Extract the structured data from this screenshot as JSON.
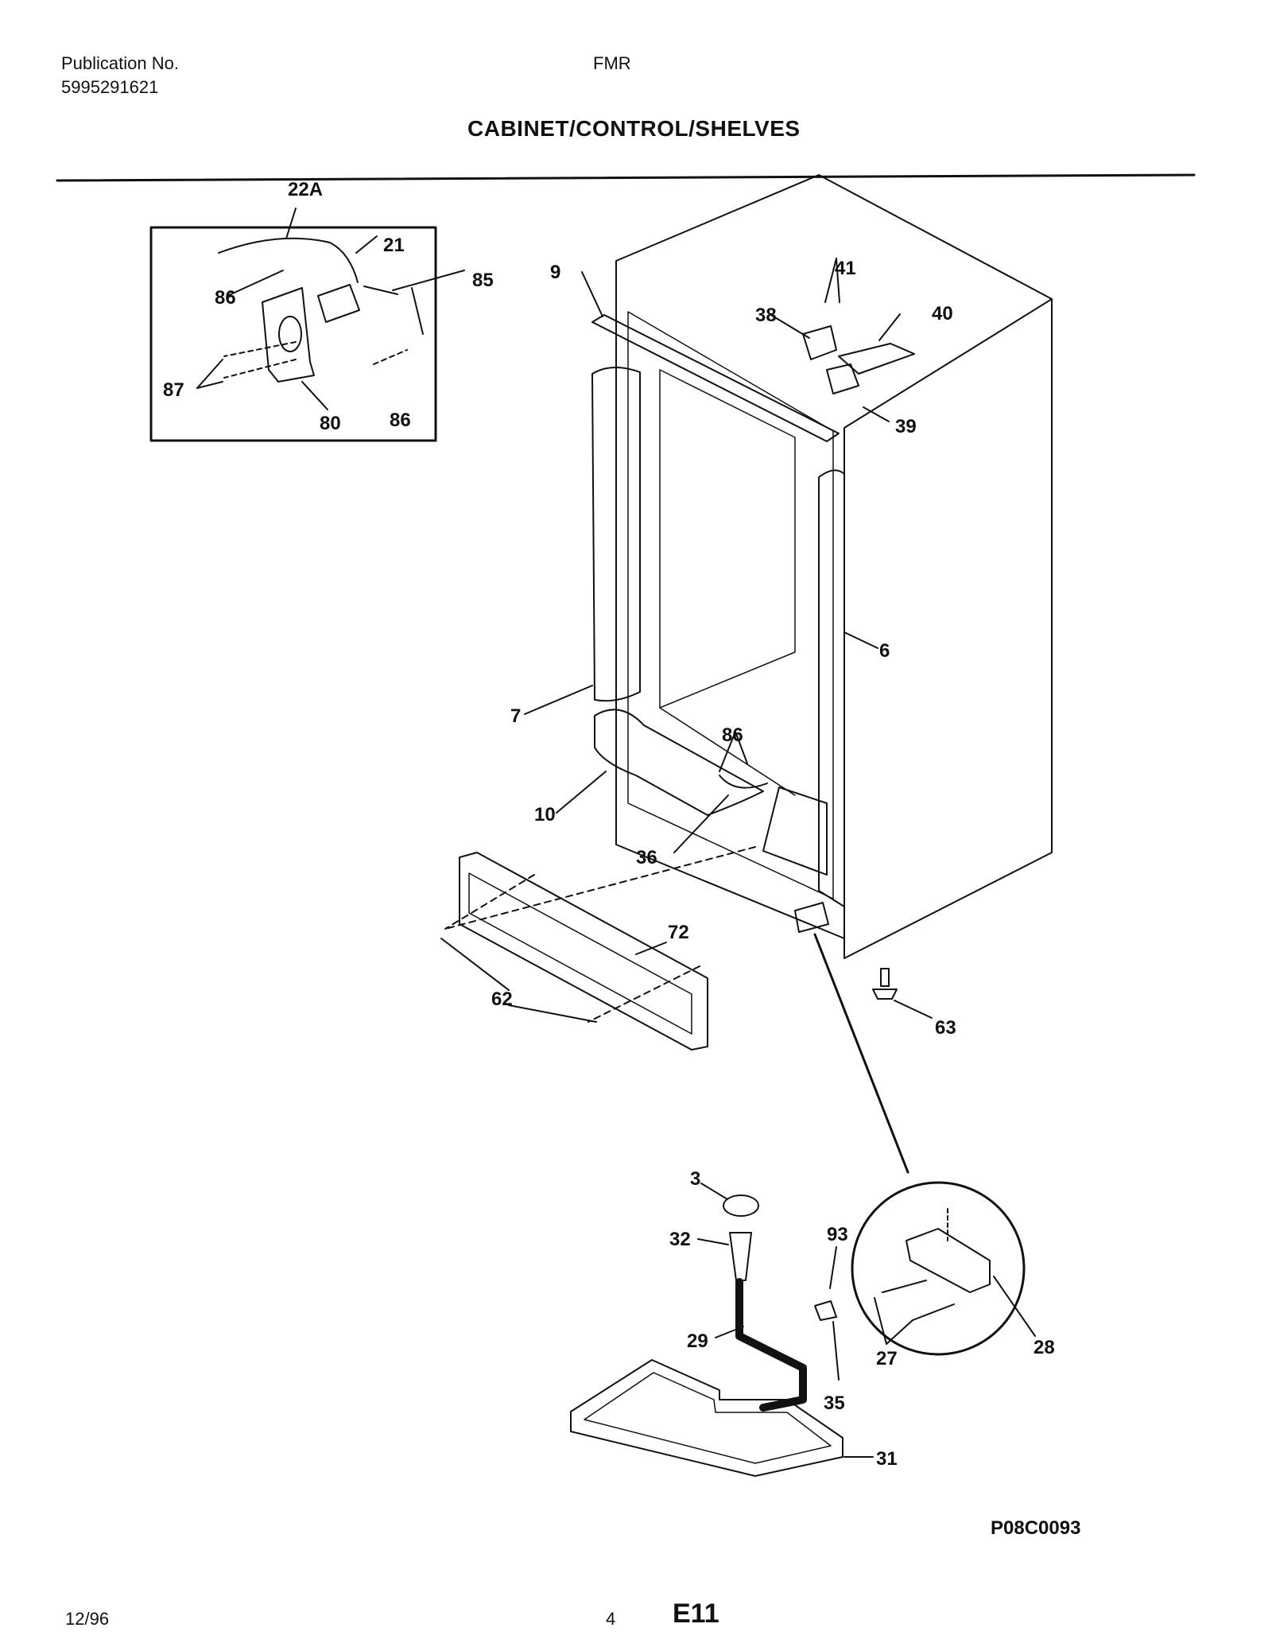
{
  "header": {
    "publication_label": "Publication No.",
    "publication_number": "5995291621",
    "model": "FMR",
    "title": "CABINET/CONTROL/SHELVES"
  },
  "footer": {
    "date": "12/96",
    "page_number": "4",
    "page_id": "E11",
    "drawing_code": "P08C0093"
  },
  "callouts": {
    "c22a": "22A",
    "c21": "21",
    "c85": "85",
    "c86a": "86",
    "c87": "87",
    "c80": "80",
    "c86b": "86",
    "c9": "9",
    "c41": "41",
    "c38": "38",
    "c40": "40",
    "c39": "39",
    "c6": "6",
    "c7": "7",
    "c86c": "86",
    "c10": "10",
    "c36": "36",
    "c72": "72",
    "c62": "62",
    "c63": "63",
    "c3": "3",
    "c32": "32",
    "c93": "93",
    "c29": "29",
    "c35": "35",
    "c31": "31",
    "c27": "27",
    "c28": "28"
  }
}
